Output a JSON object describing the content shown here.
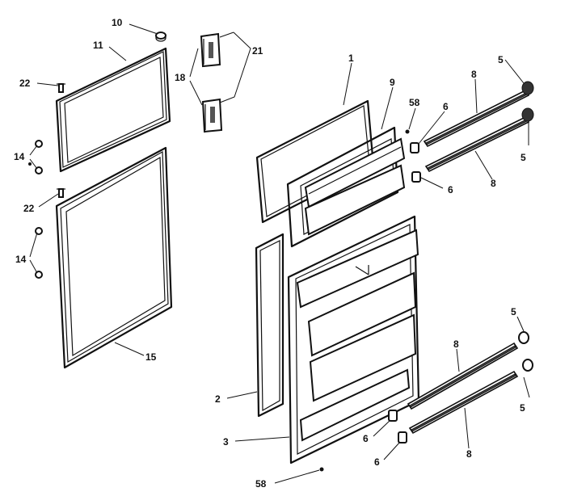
{
  "callouts": {
    "c1": "1",
    "c2": "2",
    "c3": "3",
    "c5a": "5",
    "c5b": "5",
    "c5c": "5",
    "c5d": "5",
    "c6a": "6",
    "c6b": "6",
    "c6c": "6",
    "c6d": "6",
    "c8a": "8",
    "c8b": "8",
    "c8c": "8",
    "c8d": "8",
    "c9": "9",
    "c10": "10",
    "c11": "11",
    "c14a": "14",
    "c14b": "14",
    "c15": "15",
    "c18": "18",
    "c21": "21",
    "c22a": "22",
    "c22b": "22",
    "c58a": "58",
    "c58b": "58"
  }
}
